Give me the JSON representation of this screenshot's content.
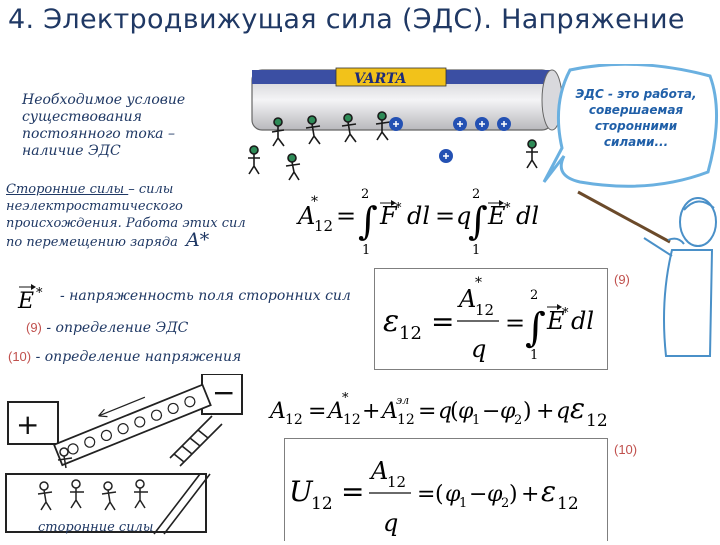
{
  "title": "4. Электродвижущая сила (ЭДС). Напряжение",
  "intro": {
    "line1": "Необходимое условие",
    "line2": "существования",
    "line3": "постоянного тока –",
    "line4": "наличие ЭДС"
  },
  "definition": {
    "term": "Сторонние силы ",
    "line1_rest": "– силы",
    "line2": "неэлектростатического",
    "line3": "происхождения. Работа этих сил",
    "line4": "по перемещению заряда",
    "work_symbol": "A*"
  },
  "legend": {
    "field_text": "- напряженность поля сторонних сил",
    "emf_num": "(9)",
    "emf_text": " - определение ЭДС",
    "voltage_num": "(10)",
    "voltage_text": " - определение напряжения"
  },
  "labels": {
    "eq9": "(9)",
    "eq10": "(10)",
    "third_party_forces": "сторонние силы",
    "plus_sign": "+",
    "minus_sign": "−",
    "battery_brand": "VARTA"
  },
  "speech_bubble": {
    "line1": "ЭДС - это работа,",
    "line2": "совершаемая",
    "line3": "сторонними",
    "line4": "силами..."
  }
}
